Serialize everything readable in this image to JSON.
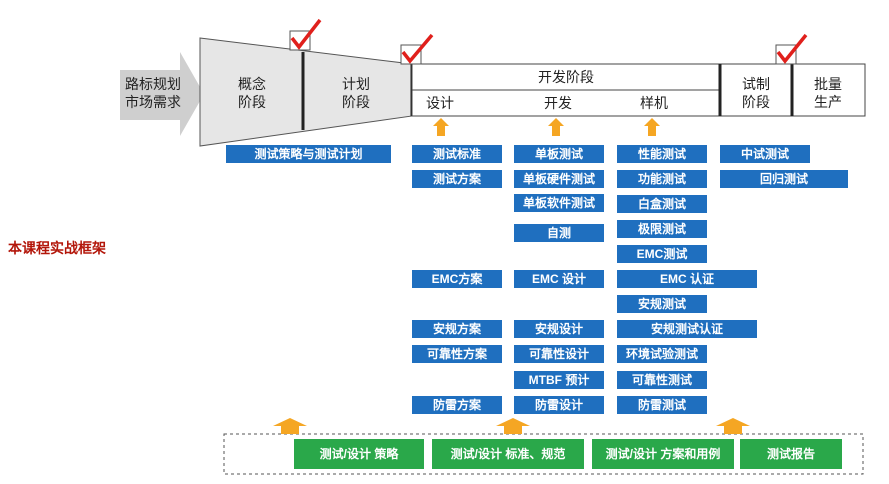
{
  "side_title": "本课程实战框架",
  "pre_stage": {
    "line1": "路标规划",
    "line2": "市场需求"
  },
  "stages": {
    "concept": {
      "line1": "概念",
      "line2": "阶段"
    },
    "plan": {
      "line1": "计划",
      "line2": "阶段"
    },
    "develop": {
      "title": "开发阶段",
      "sub": [
        "设计",
        "开发",
        "样机"
      ]
    },
    "trial": {
      "line1": "试制",
      "line2": "阶段"
    },
    "mass": {
      "line1": "批量",
      "line2": "生产"
    }
  },
  "boxes": {
    "strategy": "测试策略与测试计划",
    "design": [
      "测试标准",
      "测试方案",
      "EMC方案",
      "安规方案",
      "可靠性方案",
      "防雷方案"
    ],
    "develop": [
      "单板测试",
      "单板硬件测试",
      "单板软件测试",
      "自测",
      "EMC 设计",
      "安规设计",
      "可靠性设计",
      "MTBF 预计",
      "防雷设计"
    ],
    "prototype": [
      "性能测试",
      "功能测试",
      "白盒测试",
      "极限测试",
      "EMC测试",
      "EMC  认证",
      "安规测试",
      "安规测试认证",
      "环境试验测试",
      "可靠性测试",
      "防雷测试"
    ],
    "trial": [
      "中试测试",
      "回归测试"
    ]
  },
  "bottom": [
    "测试/设计  策略",
    "测试/设计  标准、规范",
    "测试/设计  方案和用例",
    "测试报告"
  ],
  "colors": {
    "box_blue": "#1f6fbf",
    "box_green": "#2aa84a",
    "arrow_orange": "#f5a623",
    "check_red": "#e0201c",
    "funnel_gray": "#e6e6e6",
    "title_red": "#b3160a"
  }
}
